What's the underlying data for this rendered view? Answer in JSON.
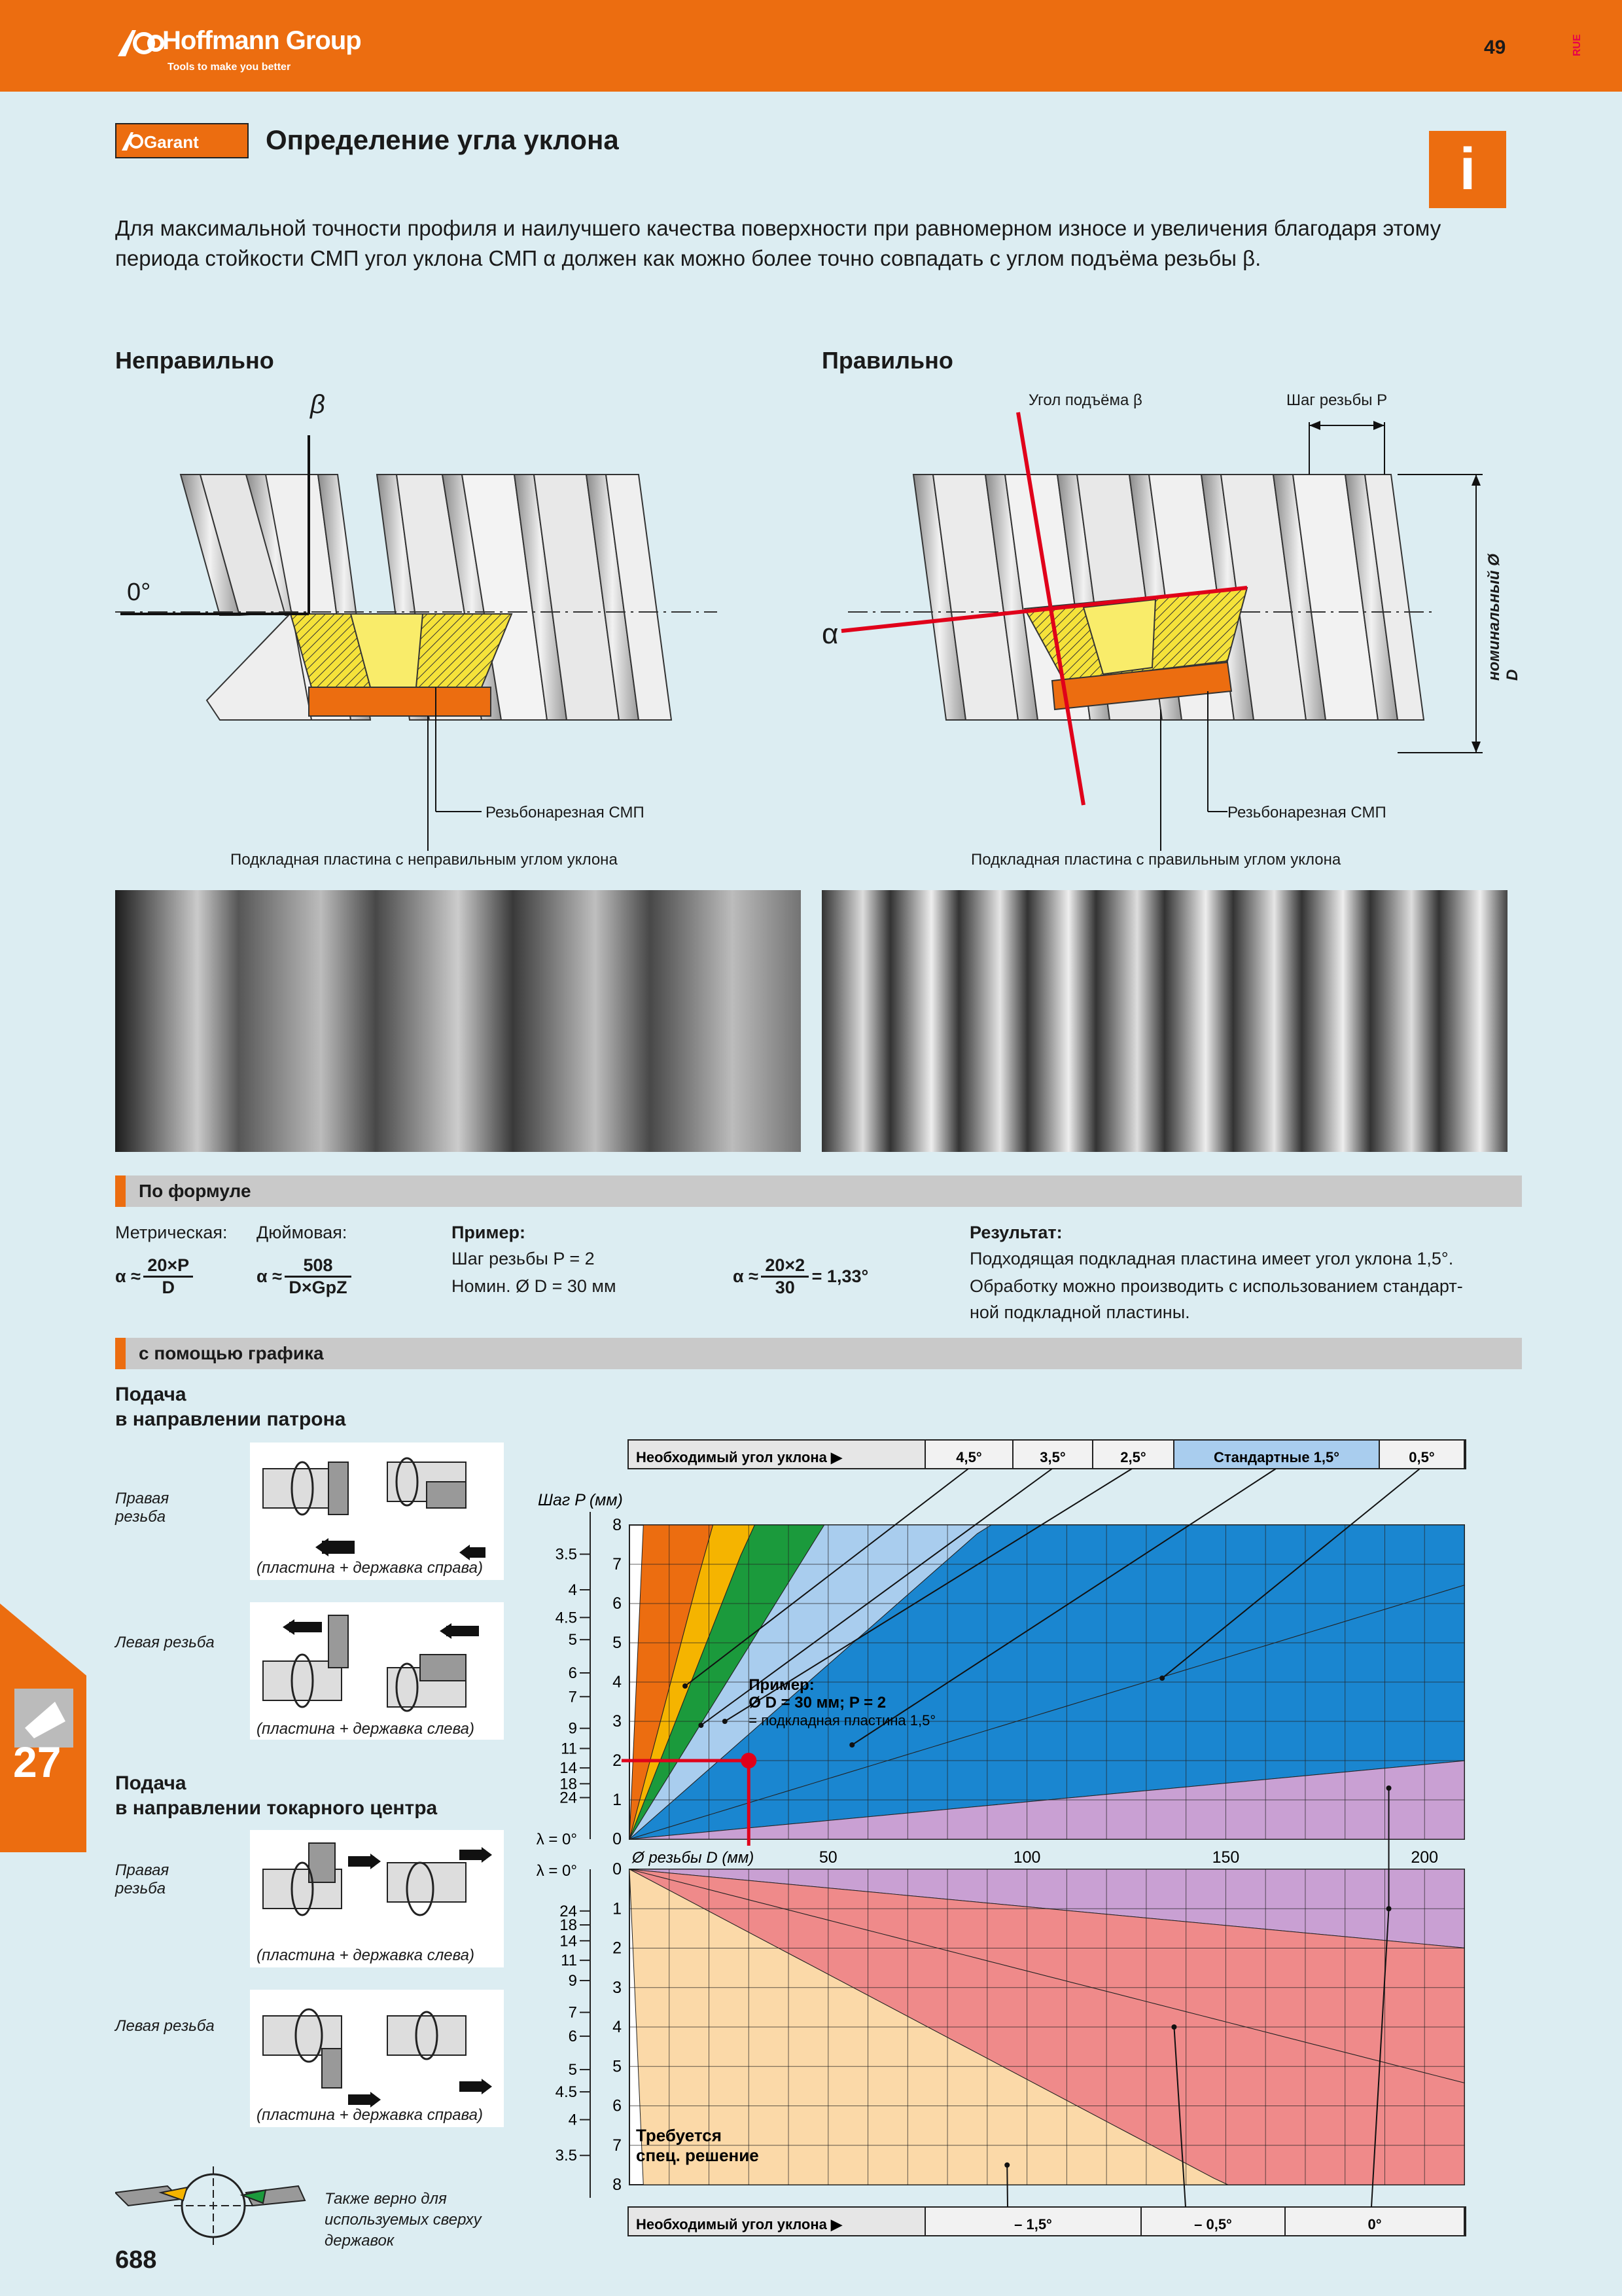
{
  "header": {
    "brand": "Hoffmann Group",
    "brand_tagline": "Tools to make you better",
    "page_number": "49",
    "lang_code": "RUE"
  },
  "title_bar": {
    "badge": "Garant",
    "title": "Определение угла уклона",
    "info_icon": "i"
  },
  "intro": "Для максимальной точности профиля и наилучшего качества поверхности при равномерном износе и увеличения благодаря этому периода стойкости СМП угол уклона СМП α должен как можно более точно совпадать с углом подъёма резьбы β.",
  "wrong": {
    "heading": "Неправильно",
    "beta": "β",
    "zero": "0°",
    "insert_label": "Резьбонарезная СМП",
    "shim_label": "Подкладная пластина с неправильным углом уклона"
  },
  "right": {
    "heading": "Правильно",
    "lead_angle": "Угол подъёма β",
    "pitch": "Шаг резьбы P",
    "alpha": "α",
    "diameter": "номинальный Ø D",
    "insert_label": "Резьбонарезная СМП",
    "shim_label": "Подкладная пластина с правильным углом уклона"
  },
  "formula": {
    "section": "По формуле",
    "metric_label": "Метрическая:",
    "inch_label": "Дюймовая:",
    "alpha_sym": "α ≈",
    "metric_num": "20×P",
    "metric_den": "D",
    "inch_num": "508",
    "inch_den": "D×GpZ",
    "example_title": "Пример:",
    "example_line1": "Шаг резьбы P = 2",
    "example_line2": "Номин. Ø D = 30 мм",
    "calc_num": "20×2",
    "calc_den": "30",
    "calc_result": "= 1,33°",
    "result_title": "Результат:",
    "result_line1": "Подходящая подкладная пластина имеет угол уклона 1,5°.",
    "result_line2": "Обработку можно производить с использованием стандарт-",
    "result_line3": "ной подкладной пластины."
  },
  "graph_section": {
    "section": "с помощью графика",
    "feed_chuck_1": "Подача",
    "feed_chuck_2": "в направлении патрона",
    "feed_tail_1": "Подача",
    "feed_tail_2": "в направлении токарного центра",
    "right_thread": "Правая резьба",
    "left_thread": "Левая резьба",
    "cap_right_holder": "(пластина + державка справа)",
    "cap_left_holder": "(пластина + державка слева)",
    "also_valid_1": "Также верно для",
    "also_valid_2": "используемых сверху",
    "also_valid_3": "державок"
  },
  "chart_data": {
    "type": "area",
    "top_header": {
      "label": "Необходимый угол уклона ▶",
      "columns": [
        "4,5°",
        "3,5°",
        "2,5°",
        "Стандартные 1,5°",
        "0,5°"
      ]
    },
    "bottom_header": {
      "label": "Необходимый угол уклона ▶",
      "columns": [
        "– 1,5°",
        "– 0,5°",
        "0°"
      ]
    },
    "ylabel_top": "Шаг P (мм)",
    "xlabel": "Ø резьбы D (мм)",
    "x_ticks": [
      "50",
      "100",
      "150",
      "200"
    ],
    "xlim": [
      0,
      210
    ],
    "y_ticks_top": [
      "8",
      "7",
      "6",
      "5",
      "4",
      "3",
      "2",
      "1",
      "0"
    ],
    "y_ticks_bottom": [
      "0",
      "1",
      "2",
      "3",
      "4",
      "5",
      "6",
      "7",
      "8"
    ],
    "gpz_top": [
      "3.5",
      "4",
      "4.5",
      "5",
      "6",
      "7",
      "9",
      "11",
      "14",
      "18",
      "24"
    ],
    "gpz_bottom": [
      "24",
      "18",
      "14",
      "11",
      "9",
      "7",
      "6",
      "5",
      "4.5",
      "4",
      "3.5"
    ],
    "lambda_top": "λ =  0°",
    "lambda_bottom": "λ =  0°",
    "example_title": "Пример:",
    "example_line1": "Ø D = 30 мм; P = 2",
    "example_line2": "= подкладная пластина 1,5°",
    "special": "Требуется спец. решение",
    "example_point": {
      "D": 30,
      "P": 2
    },
    "top_boundaries": [
      {
        "angle": "4,5°",
        "slope": 0.3846
      },
      {
        "angle": "3,5°",
        "slope": 0.2581
      },
      {
        "angle": "2,5°",
        "slope": 0.1633
      },
      {
        "angle": "1,5°",
        "slope": 0.0889
      },
      {
        "angle": "0,5°",
        "slope": 0.0308
      },
      {
        "angle": "0°",
        "slope": 0.0095
      }
    ],
    "bottom_boundaries": [
      {
        "angle": "0°",
        "slope": 0.0095
      },
      {
        "angle": "– 0,5°",
        "slope": 0.0258
      },
      {
        "angle": "– 1,5°",
        "slope": 0.0533
      }
    ],
    "colors": {
      "z45": "#ec6d10",
      "z35": "#f5b400",
      "z25": "#1b9a3c",
      "z15": "#a9cdee",
      "z05": "#1a86d0",
      "z0": "#c9a0d3",
      "neg05": "#ef8a8a",
      "neg15": "#fbd9a8",
      "special": "#ffffff"
    }
  },
  "footer": {
    "page": "688",
    "chapter": "27"
  }
}
